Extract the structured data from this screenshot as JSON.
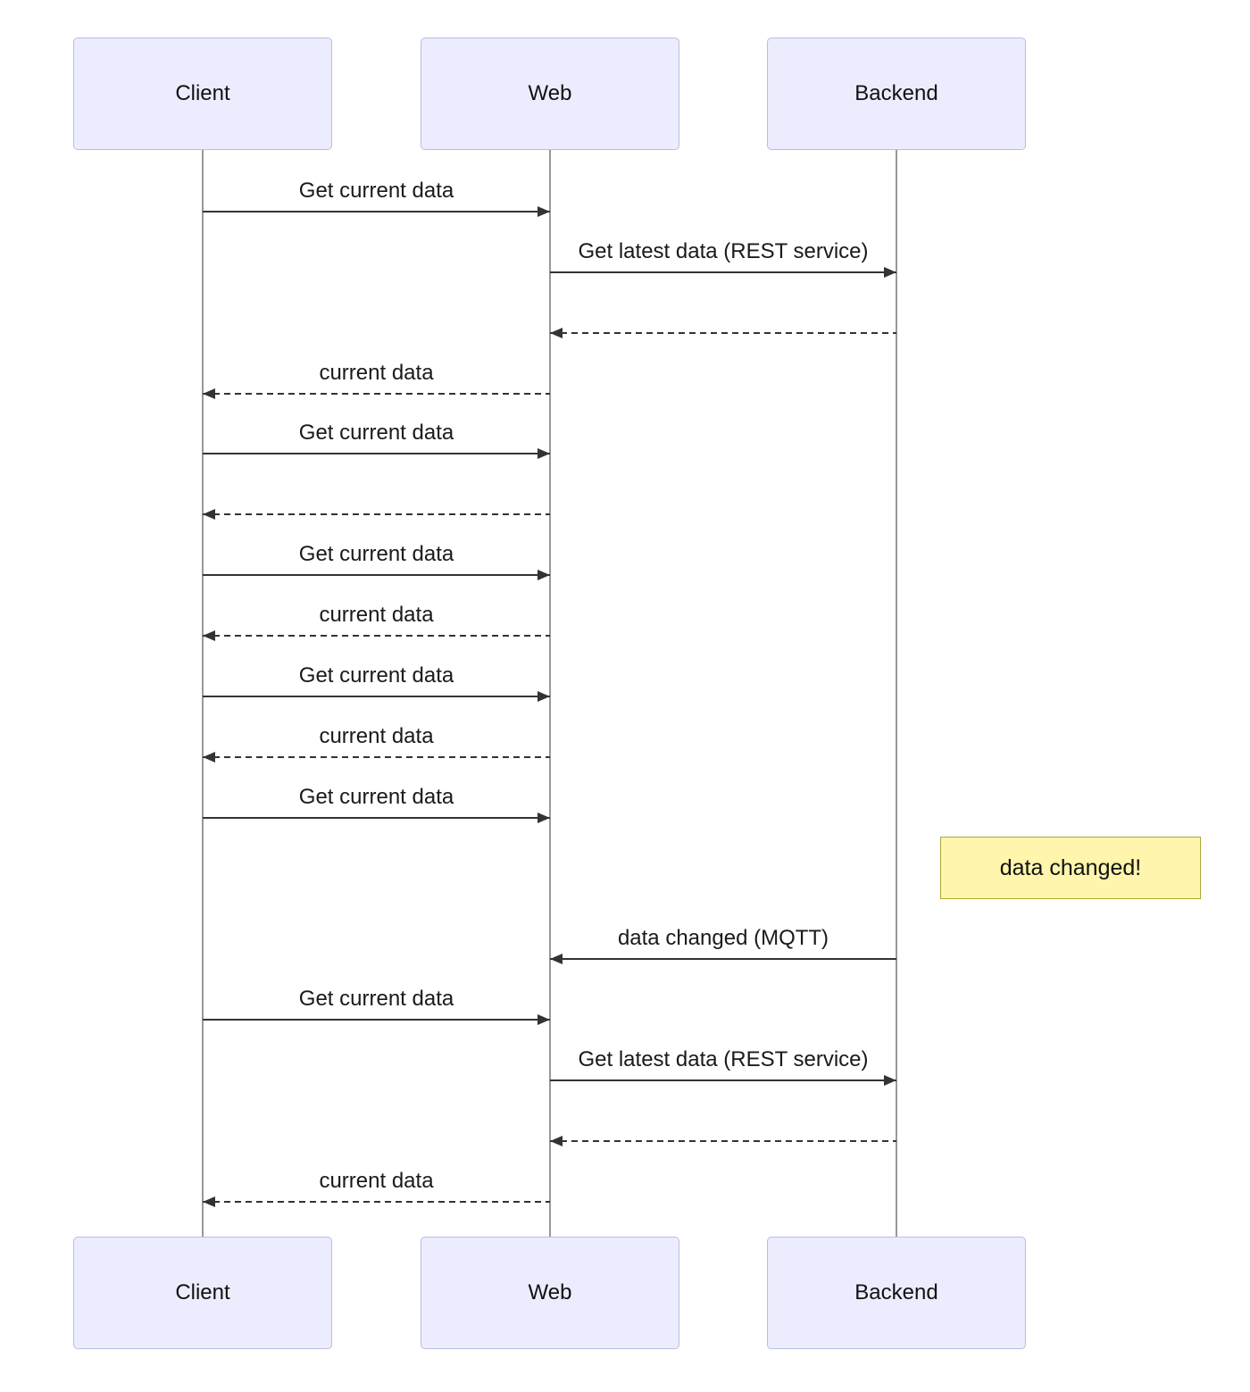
{
  "diagram": {
    "type": "sequence-diagram",
    "actors": [
      {
        "id": "client",
        "label": "Client"
      },
      {
        "id": "web",
        "label": "Web"
      },
      {
        "id": "backend",
        "label": "Backend"
      }
    ],
    "messages": [
      {
        "from": "client",
        "to": "web",
        "label": "Get current data",
        "line": "solid"
      },
      {
        "from": "web",
        "to": "backend",
        "label": "Get latest data (REST service)",
        "line": "solid"
      },
      {
        "from": "backend",
        "to": "web",
        "label": "",
        "line": "dashed"
      },
      {
        "from": "web",
        "to": "client",
        "label": "current data",
        "line": "dashed"
      },
      {
        "from": "client",
        "to": "web",
        "label": "Get current data",
        "line": "solid"
      },
      {
        "from": "web",
        "to": "client",
        "label": "",
        "line": "dashed"
      },
      {
        "from": "client",
        "to": "web",
        "label": "Get current data",
        "line": "solid"
      },
      {
        "from": "web",
        "to": "client",
        "label": "current data",
        "line": "dashed"
      },
      {
        "from": "client",
        "to": "web",
        "label": "Get current data",
        "line": "solid"
      },
      {
        "from": "web",
        "to": "client",
        "label": "current data",
        "line": "dashed"
      },
      {
        "from": "client",
        "to": "web",
        "label": "Get current data",
        "line": "solid"
      },
      {
        "from": "backend",
        "to": "web",
        "label": "data changed (MQTT)",
        "line": "solid"
      },
      {
        "from": "client",
        "to": "web",
        "label": "Get current data",
        "line": "solid"
      },
      {
        "from": "web",
        "to": "backend",
        "label": "Get latest data (REST service)",
        "line": "solid"
      },
      {
        "from": "backend",
        "to": "web",
        "label": "",
        "line": "dashed"
      },
      {
        "from": "web",
        "to": "client",
        "label": "current data",
        "line": "dashed"
      }
    ],
    "note": {
      "text": "data changed!",
      "position": "right of Backend"
    },
    "colors": {
      "actor_fill": "#ECECFF",
      "actor_border": "#BCBCE4",
      "note_fill": "#FFF5AD",
      "note_border": "#AAAA33",
      "line": "#333333",
      "lifeline": "#999999"
    }
  }
}
